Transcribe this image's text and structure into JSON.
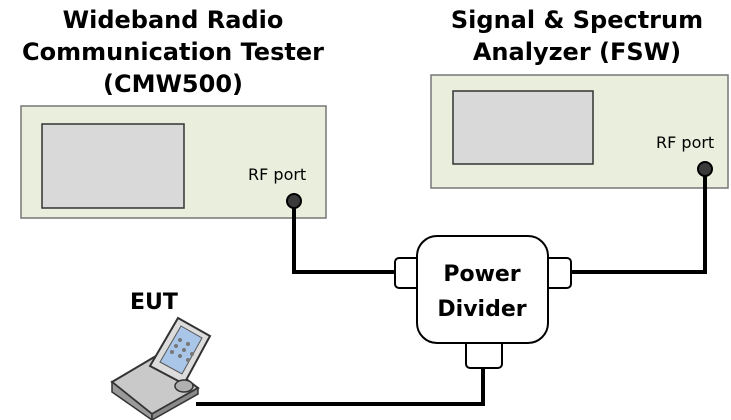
{
  "instruments": {
    "cmw": {
      "title_lines": [
        "Wideband Radio",
        "Communication Tester",
        "(CMW500)"
      ],
      "port_label": "RF port"
    },
    "fsw": {
      "title_lines": [
        "Signal & Spectrum",
        "Analyzer (FSW)"
      ],
      "port_label": "RF port"
    }
  },
  "power_divider": {
    "lines": [
      "Power",
      "Divider"
    ]
  },
  "eut": {
    "label": "EUT"
  },
  "colors": {
    "instrument_fill": "#eaeedd",
    "screen_fill": "#d9d9d9",
    "cable": "#000000",
    "port_fill": "#3a3a3a",
    "phone_body": "#d0d0d0",
    "phone_screen": "#a9c6e8"
  },
  "icons": [
    "rf-port-icon",
    "mobile-phone-icon"
  ]
}
